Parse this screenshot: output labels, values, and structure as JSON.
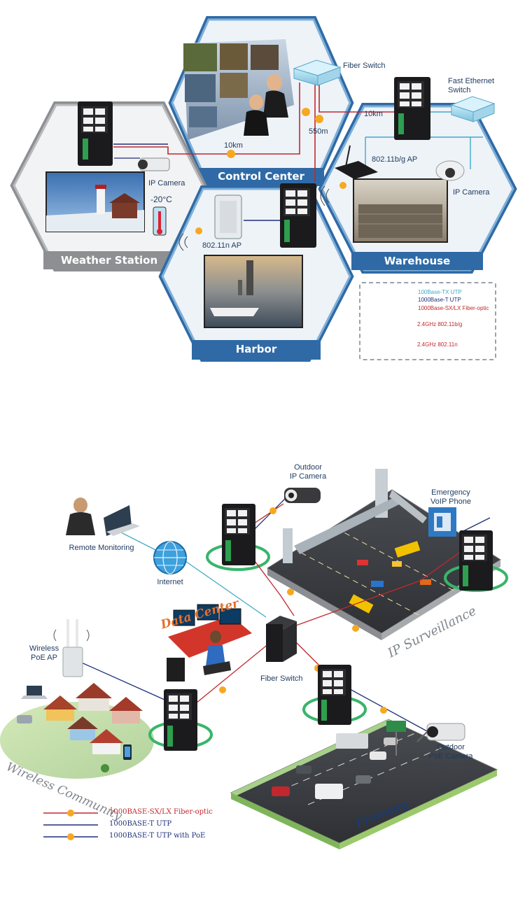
{
  "top": {
    "zones": {
      "control_center": "Control Center",
      "weather_station": "Weather Station",
      "warehouse": "Warehouse",
      "harbor": "Harbor"
    },
    "labels": {
      "fiber_switch": "Fiber Switch",
      "fast_ethernet_switch_1": "Fast Ethernet",
      "fast_ethernet_switch_2": "Switch",
      "ip_camera_weather": "IP Camera",
      "temperature": "-20°C",
      "ip_camera_warehouse": "IP Camera",
      "ap_80211bg": "802.11b/g AP",
      "ap_80211n": "802.11n AP",
      "distance_1": "10km",
      "distance_2": "550m",
      "distance_3": "10km"
    },
    "legend": [
      {
        "label": "100Base-TX UTP",
        "color": "#3fa9c9"
      },
      {
        "label": "1000Base-T UTP",
        "color": "#1e2f7a"
      },
      {
        "label": "1000Base-SX/LX Fiber-optic",
        "color": "#c0282d"
      },
      {
        "label": "2.4GHz 802.11b/g",
        "color": "#c0282d"
      },
      {
        "label": "2.4GHz 802.11n",
        "color": "#c0282d"
      }
    ]
  },
  "bottom": {
    "labels": {
      "remote_monitoring": "Remote Monitoring",
      "internet": "Internet",
      "outdoor_ip_camera_1": "Outdoor",
      "outdoor_ip_camera_2": "IP Camera",
      "emergency_voip_1": "Emergency",
      "emergency_voip_2": "VoIP Phone",
      "data_center": "Data Center",
      "ip_surveillance": "IP Surveillance",
      "fiber_switch": "Fiber Switch",
      "wireless_poe_ap_1": "Wireless",
      "wireless_poe_ap_2": "PoE AP",
      "wireless_community": "Wireless Community",
      "outdoor_poe_camera_1": "Outdoor",
      "outdoor_poe_camera_2": "PoE Camera",
      "freeway": "Freeway"
    },
    "legend": [
      {
        "label": "1000BASE-SX/LX Fiber-optic",
        "color": "#c0282d"
      },
      {
        "label": "1000BASE-T UTP",
        "color": "#1e2f7a"
      },
      {
        "label": "1000BASE-T UTP with PoE",
        "color": "#1e2f7a"
      }
    ]
  }
}
